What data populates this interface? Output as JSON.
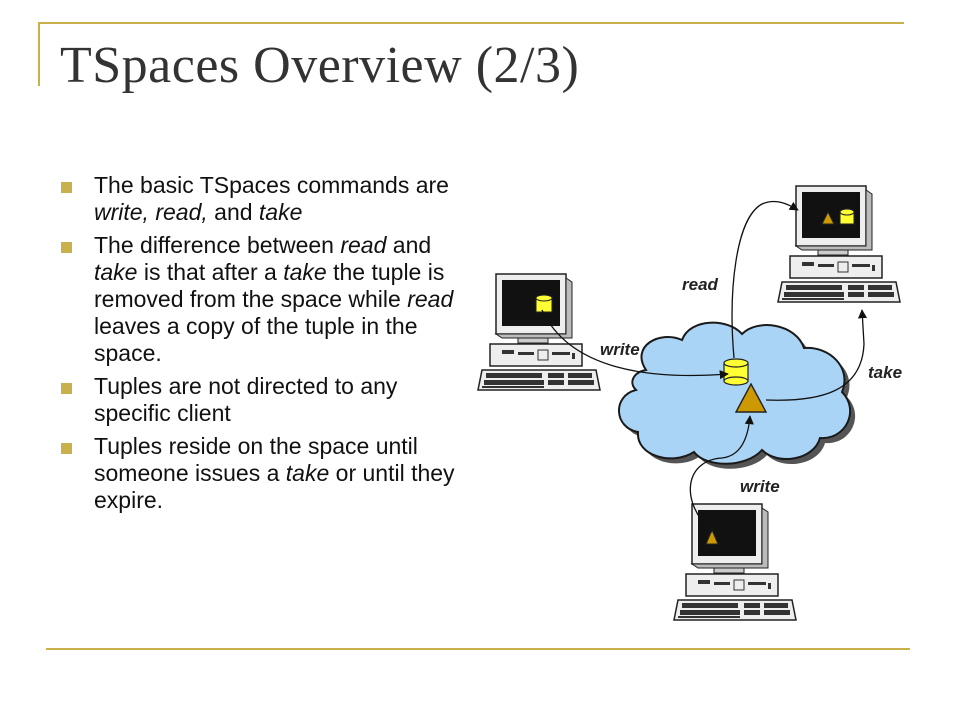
{
  "slide": {
    "title": "TSpaces Overview (2/3)",
    "bullets": [
      [
        {
          "t": "The basic TSpaces commands are "
        },
        {
          "t": "write, read,",
          "i": true
        },
        {
          "t": " and "
        },
        {
          "t": "take",
          "i": true
        }
      ],
      [
        {
          "t": "The difference between "
        },
        {
          "t": "read",
          "i": true
        },
        {
          "t": " and "
        },
        {
          "t": "take",
          "i": true
        },
        {
          "t": " is that after a "
        },
        {
          "t": "take",
          "i": true
        },
        {
          "t": " the tuple is removed from the space while "
        },
        {
          "t": "read",
          "i": true
        },
        {
          "t": " leaves a copy of the tuple in the space."
        }
      ],
      [
        {
          "t": "Tuples are not directed to any specific client"
        }
      ],
      [
        {
          "t": "Tuples reside on the space until someone issues a "
        },
        {
          "t": "take",
          "i": true
        },
        {
          "t": " or until they expire."
        }
      ]
    ]
  },
  "diagram": {
    "labels": {
      "read": "read",
      "write_left": "write",
      "take": "take",
      "write_bottom": "write"
    },
    "colors": {
      "cloud_fill": "#aad4f5",
      "cloud_stroke": "#1a1a1a",
      "tuple_cylinder": "#ffff33",
      "tuple_triangle": "#cc9900",
      "computer_body": "#eeeeee",
      "screen": "#111111",
      "accent": "#c8b14a"
    }
  }
}
